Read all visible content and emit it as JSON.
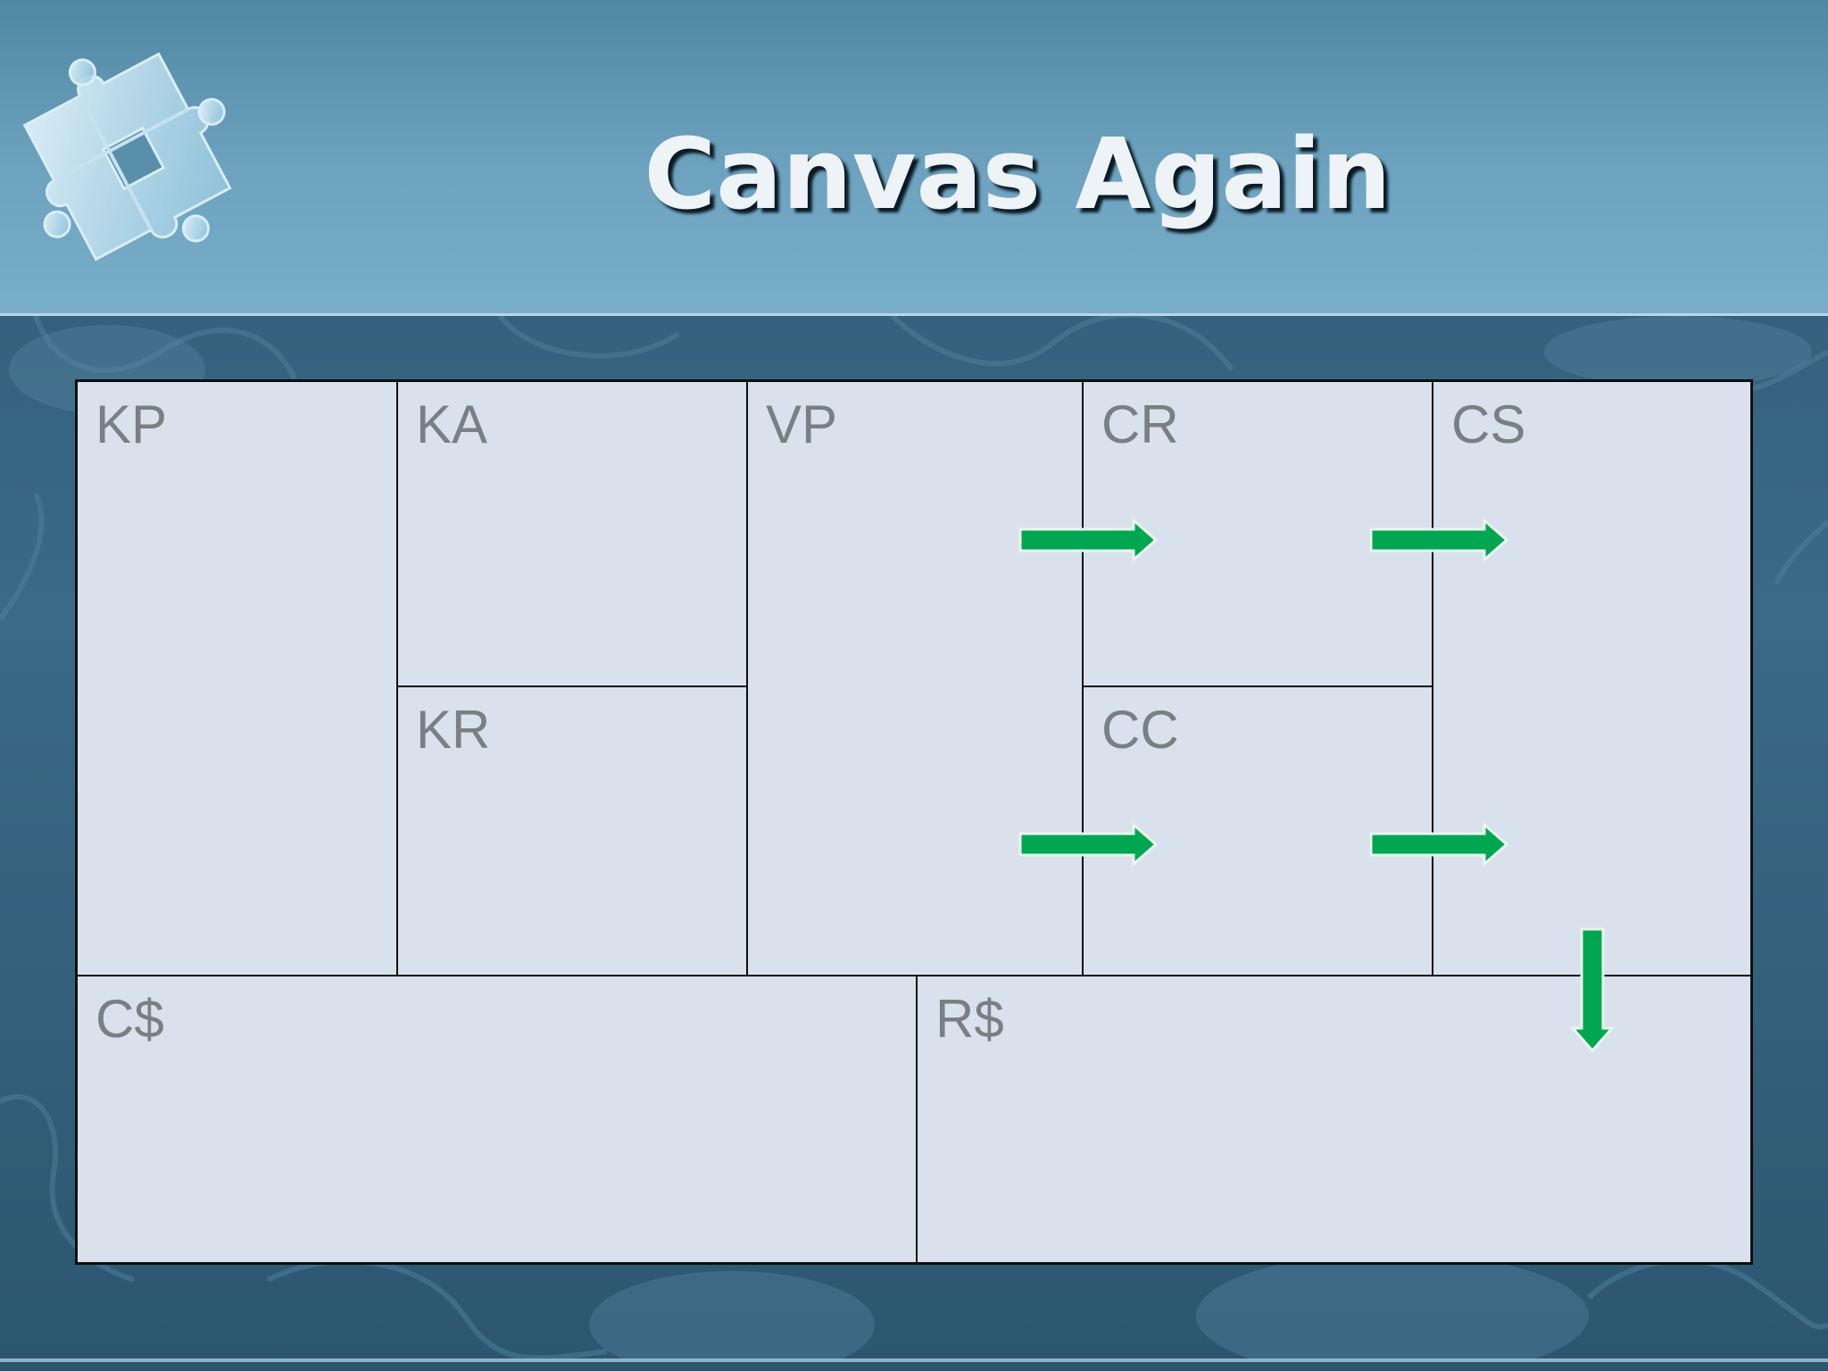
{
  "slide": {
    "title": "Canvas Again"
  },
  "canvas": {
    "blocks": {
      "kp": "KP",
      "ka": "KA",
      "kr": "KR",
      "vp": "VP",
      "cr": "CR",
      "cc": "CC",
      "cs": "CS",
      "costs": "C$",
      "revenue": "R$"
    }
  },
  "colors": {
    "arrow": "#00a650",
    "cell_fill": "#d9e1ec",
    "label": "#7b7f84"
  },
  "icons": {
    "logo": "puzzle-pieces-icon",
    "arrow": "green-arrow-icon"
  }
}
